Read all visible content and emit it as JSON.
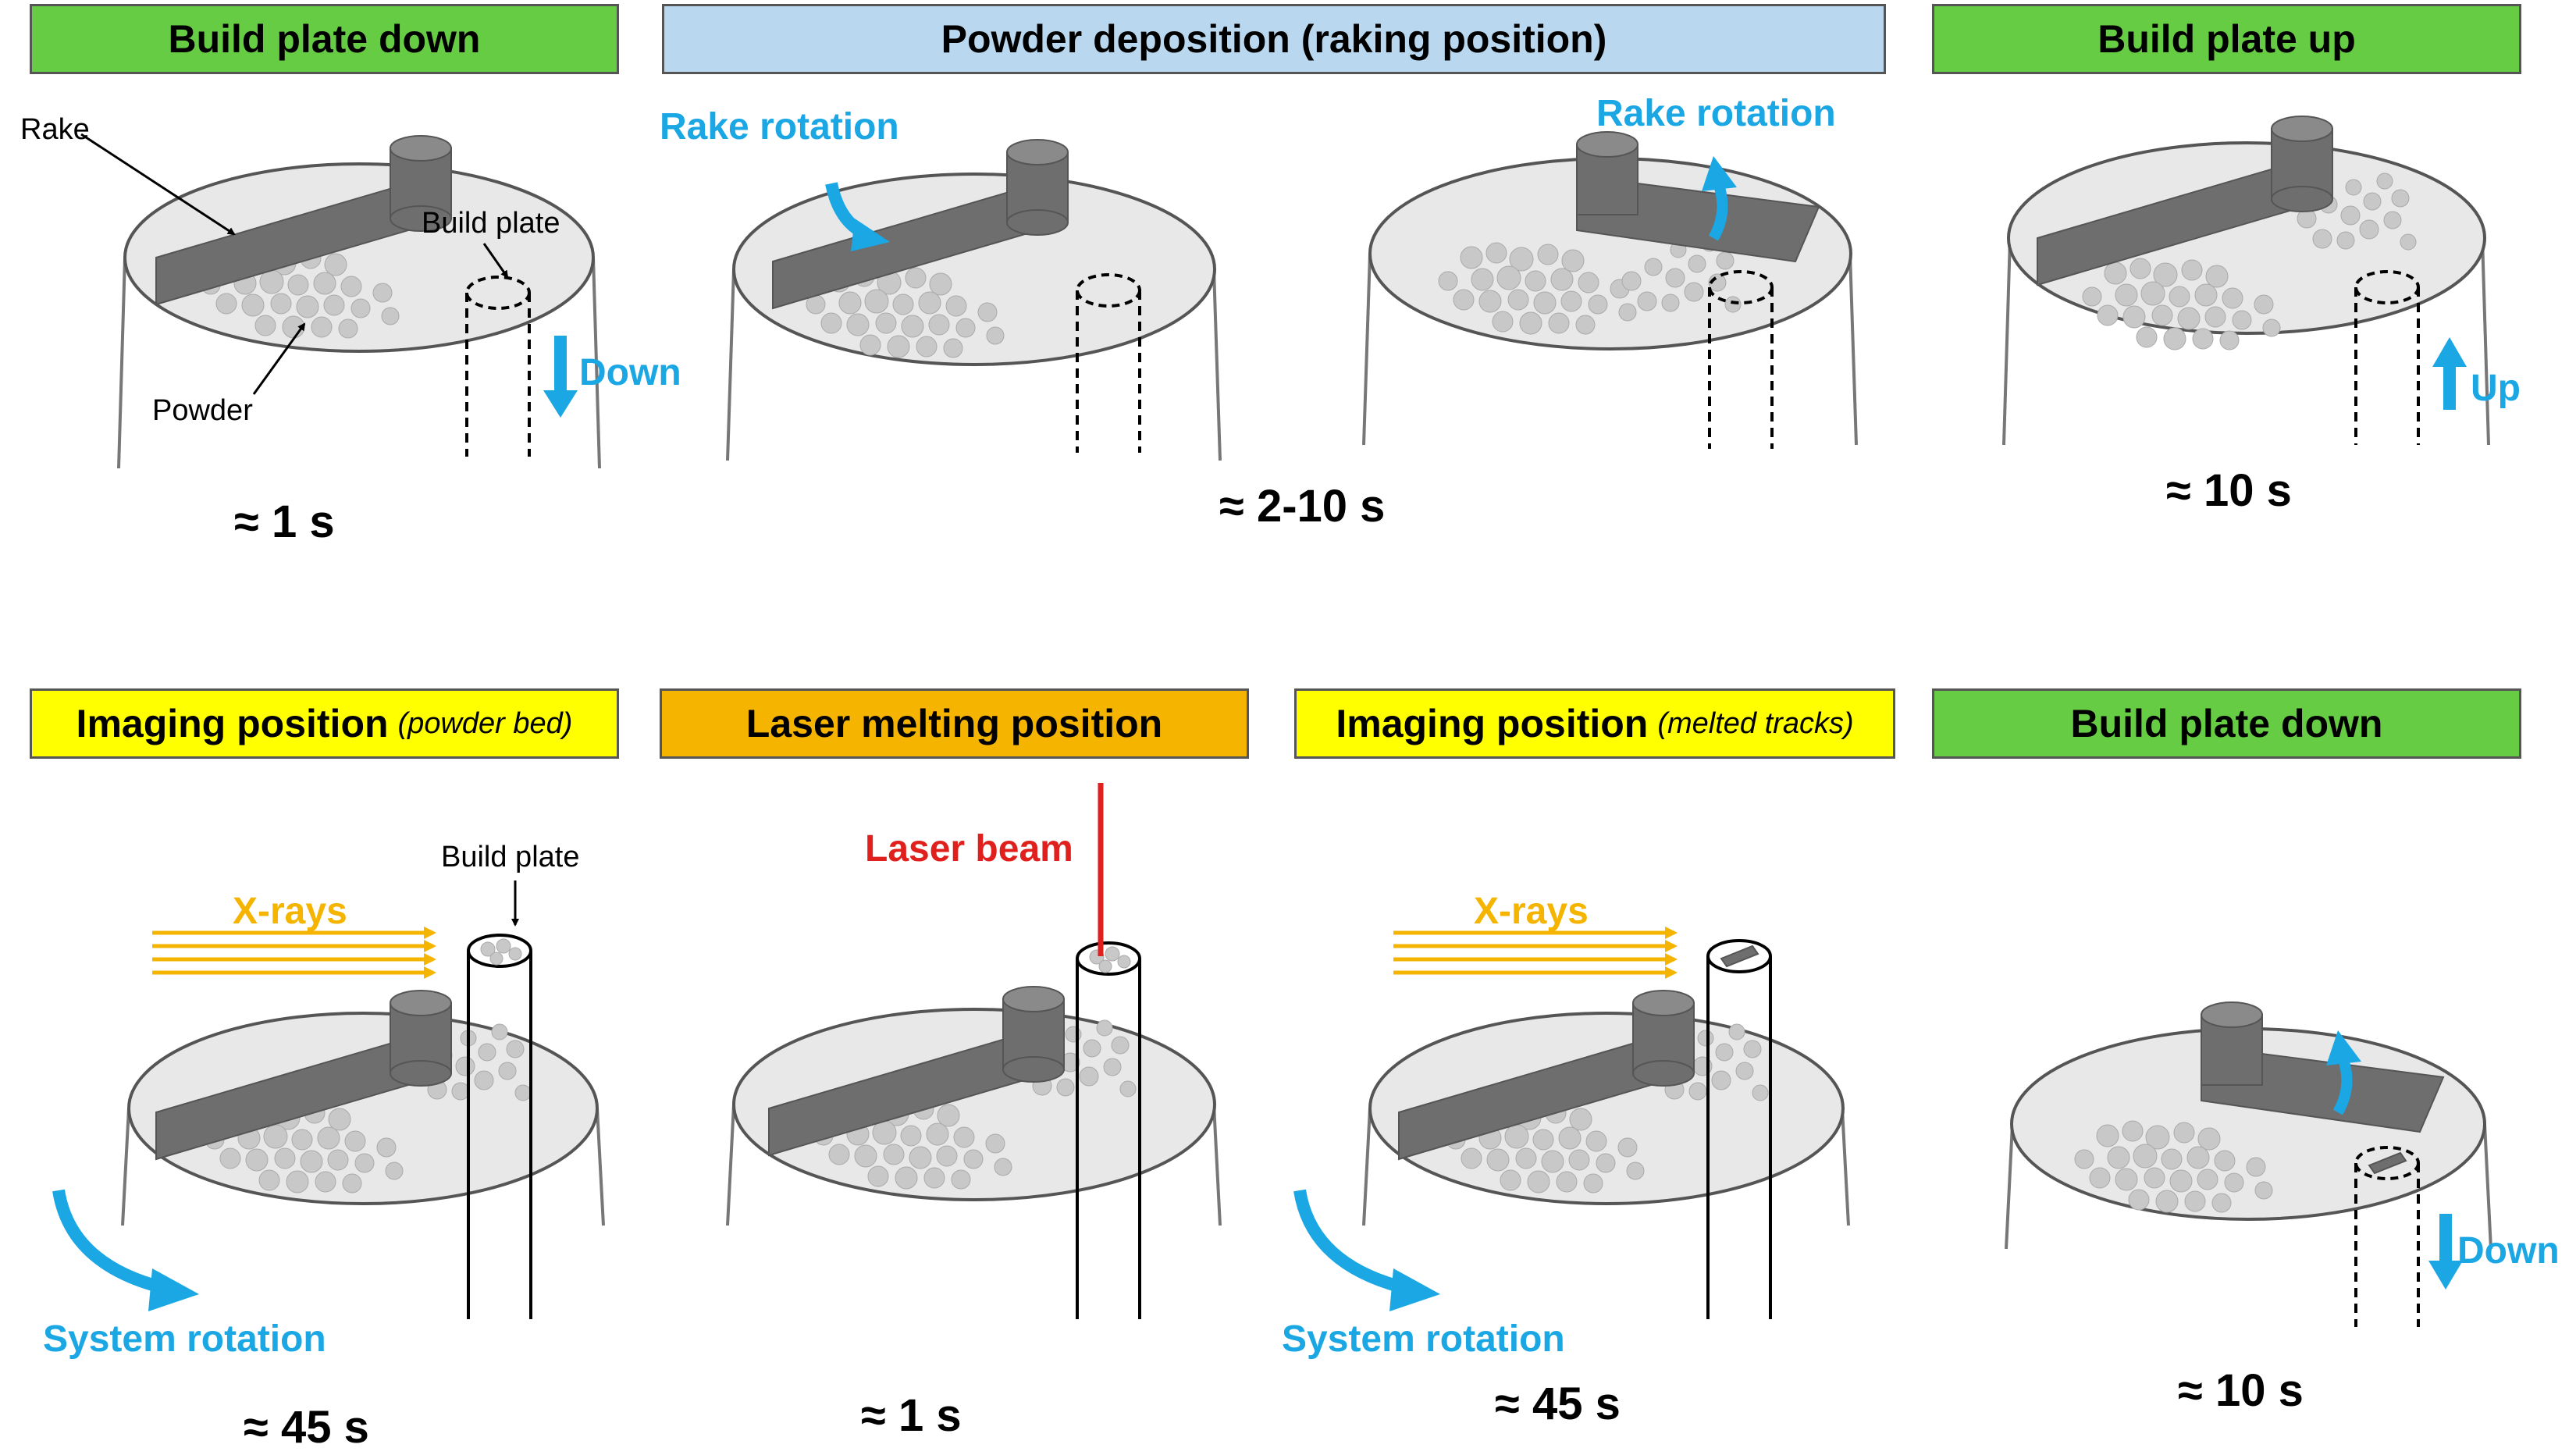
{
  "headers": {
    "build_plate_down_1": "Build plate down",
    "powder_deposition": "Powder deposition (raking position)",
    "build_plate_up": "Build plate up",
    "imaging_powder_main": "Imaging position",
    "imaging_powder_sub": "(powder bed)",
    "laser_melting": "Laser melting position",
    "imaging_tracks_main": "Imaging position",
    "imaging_tracks_sub": "(melted tracks)",
    "build_plate_down_2": "Build plate down"
  },
  "labels": {
    "rake": "Rake",
    "build_plate": "Build plate",
    "powder": "Powder",
    "down": "Down",
    "up": "Up",
    "rake_rotation": "Rake rotation",
    "xrays": "X-rays",
    "laser_beam": "Laser beam",
    "system_rotation": "System rotation"
  },
  "times": {
    "t1": "≈ 1 s",
    "t2": "≈ 2-10 s",
    "t3": "≈ 10 s",
    "t4": "≈ 45 s",
    "t5": "≈ 1 s",
    "t6": "≈ 45 s",
    "t7": "≈ 10 s"
  },
  "colors": {
    "green": "#66cc44",
    "blue": "#b9d8ef",
    "yellow": "#ffff00",
    "orange": "#f5b400",
    "cyan_arrow": "#1aa7e4",
    "xray": "#f5b400",
    "laser": "#e0201c",
    "rake_gray": "#6e6e6e",
    "powder_gray": "#c8c8c8"
  }
}
